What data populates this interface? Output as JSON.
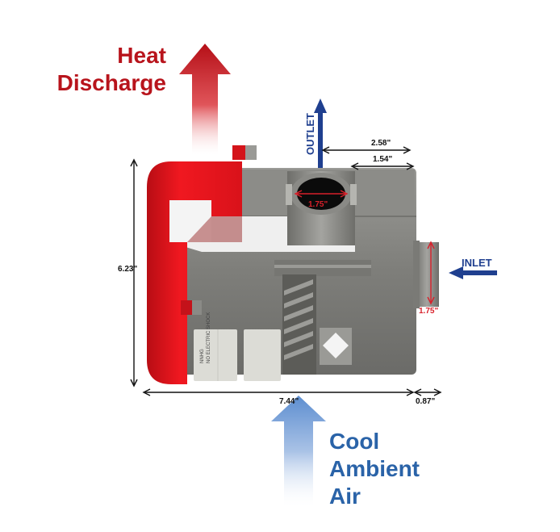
{
  "labels": {
    "heat_line1": "Heat",
    "heat_line2": "Discharge",
    "cool_line1": "Cool",
    "cool_line2": "Ambient",
    "cool_line3": "Air",
    "outlet": "OUTLET",
    "inlet": "INLET"
  },
  "dimensions": {
    "height": "6.23\"",
    "width": "7.44\"",
    "inlet_depth": "0.87\"",
    "outlet_offset_outer": "2.58\"",
    "outlet_offset_inner": "1.54\"",
    "outlet_diameter": "1.75\"",
    "inlet_diameter": "1.75\""
  },
  "stamp_text": [
    "NNHG",
    "NO ELECTRIC SHOCK"
  ],
  "colors": {
    "heat": "#b8141c",
    "cool": "#2a63a8",
    "flow_arrow": "#1f3f8f",
    "housing_red": "#e0141c",
    "housing_grey": "#8a8a86"
  }
}
